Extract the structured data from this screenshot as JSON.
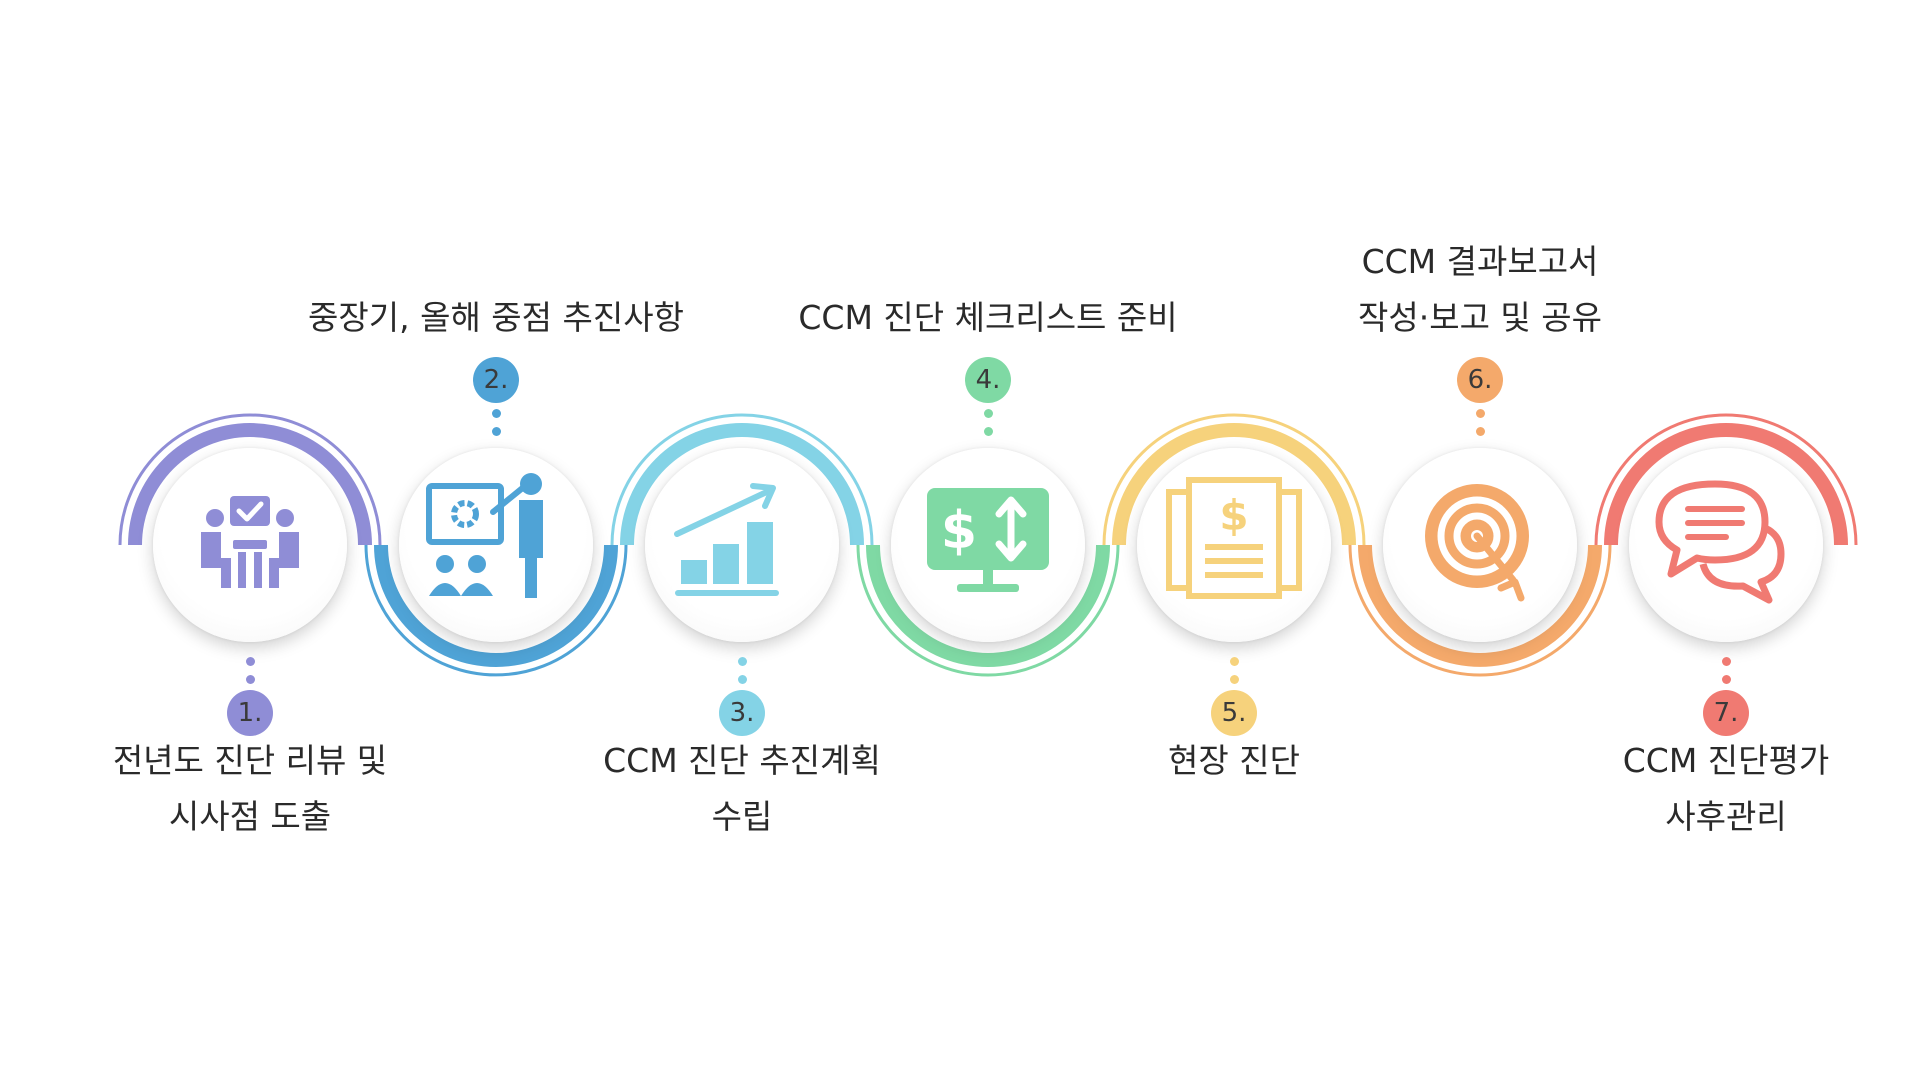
{
  "steps": [
    {
      "number": "1.",
      "line1": "전년도 진단 리뷰 및",
      "line2": "시사점 도출",
      "color": "#8f8dd6",
      "icon": "meeting-icon"
    },
    {
      "number": "2.",
      "line1": "중장기, 올해 중점 추진사항",
      "line2": "",
      "color": "#4fa3d6",
      "icon": "presentation-icon"
    },
    {
      "number": "3.",
      "line1": "CCM 진단 추진계획",
      "line2": "수립",
      "color": "#84d3e6",
      "icon": "growth-chart-icon"
    },
    {
      "number": "4.",
      "line1": "CCM 진단 체크리스트 준비",
      "line2": "",
      "color": "#7fd9a4",
      "icon": "dollar-monitor-icon"
    },
    {
      "number": "5.",
      "line1": "현장 진단",
      "line2": "",
      "color": "#f6d27c",
      "icon": "document-dollar-icon"
    },
    {
      "number": "6.",
      "line1": "CCM 결과보고서",
      "line2": "작성·보고 및 공유",
      "color": "#f4a96b",
      "icon": "target-icon"
    },
    {
      "number": "7.",
      "line1": "CCM 진단평가",
      "line2": "사후관리",
      "color": "#f07a72",
      "icon": "chat-bubbles-icon"
    }
  ]
}
